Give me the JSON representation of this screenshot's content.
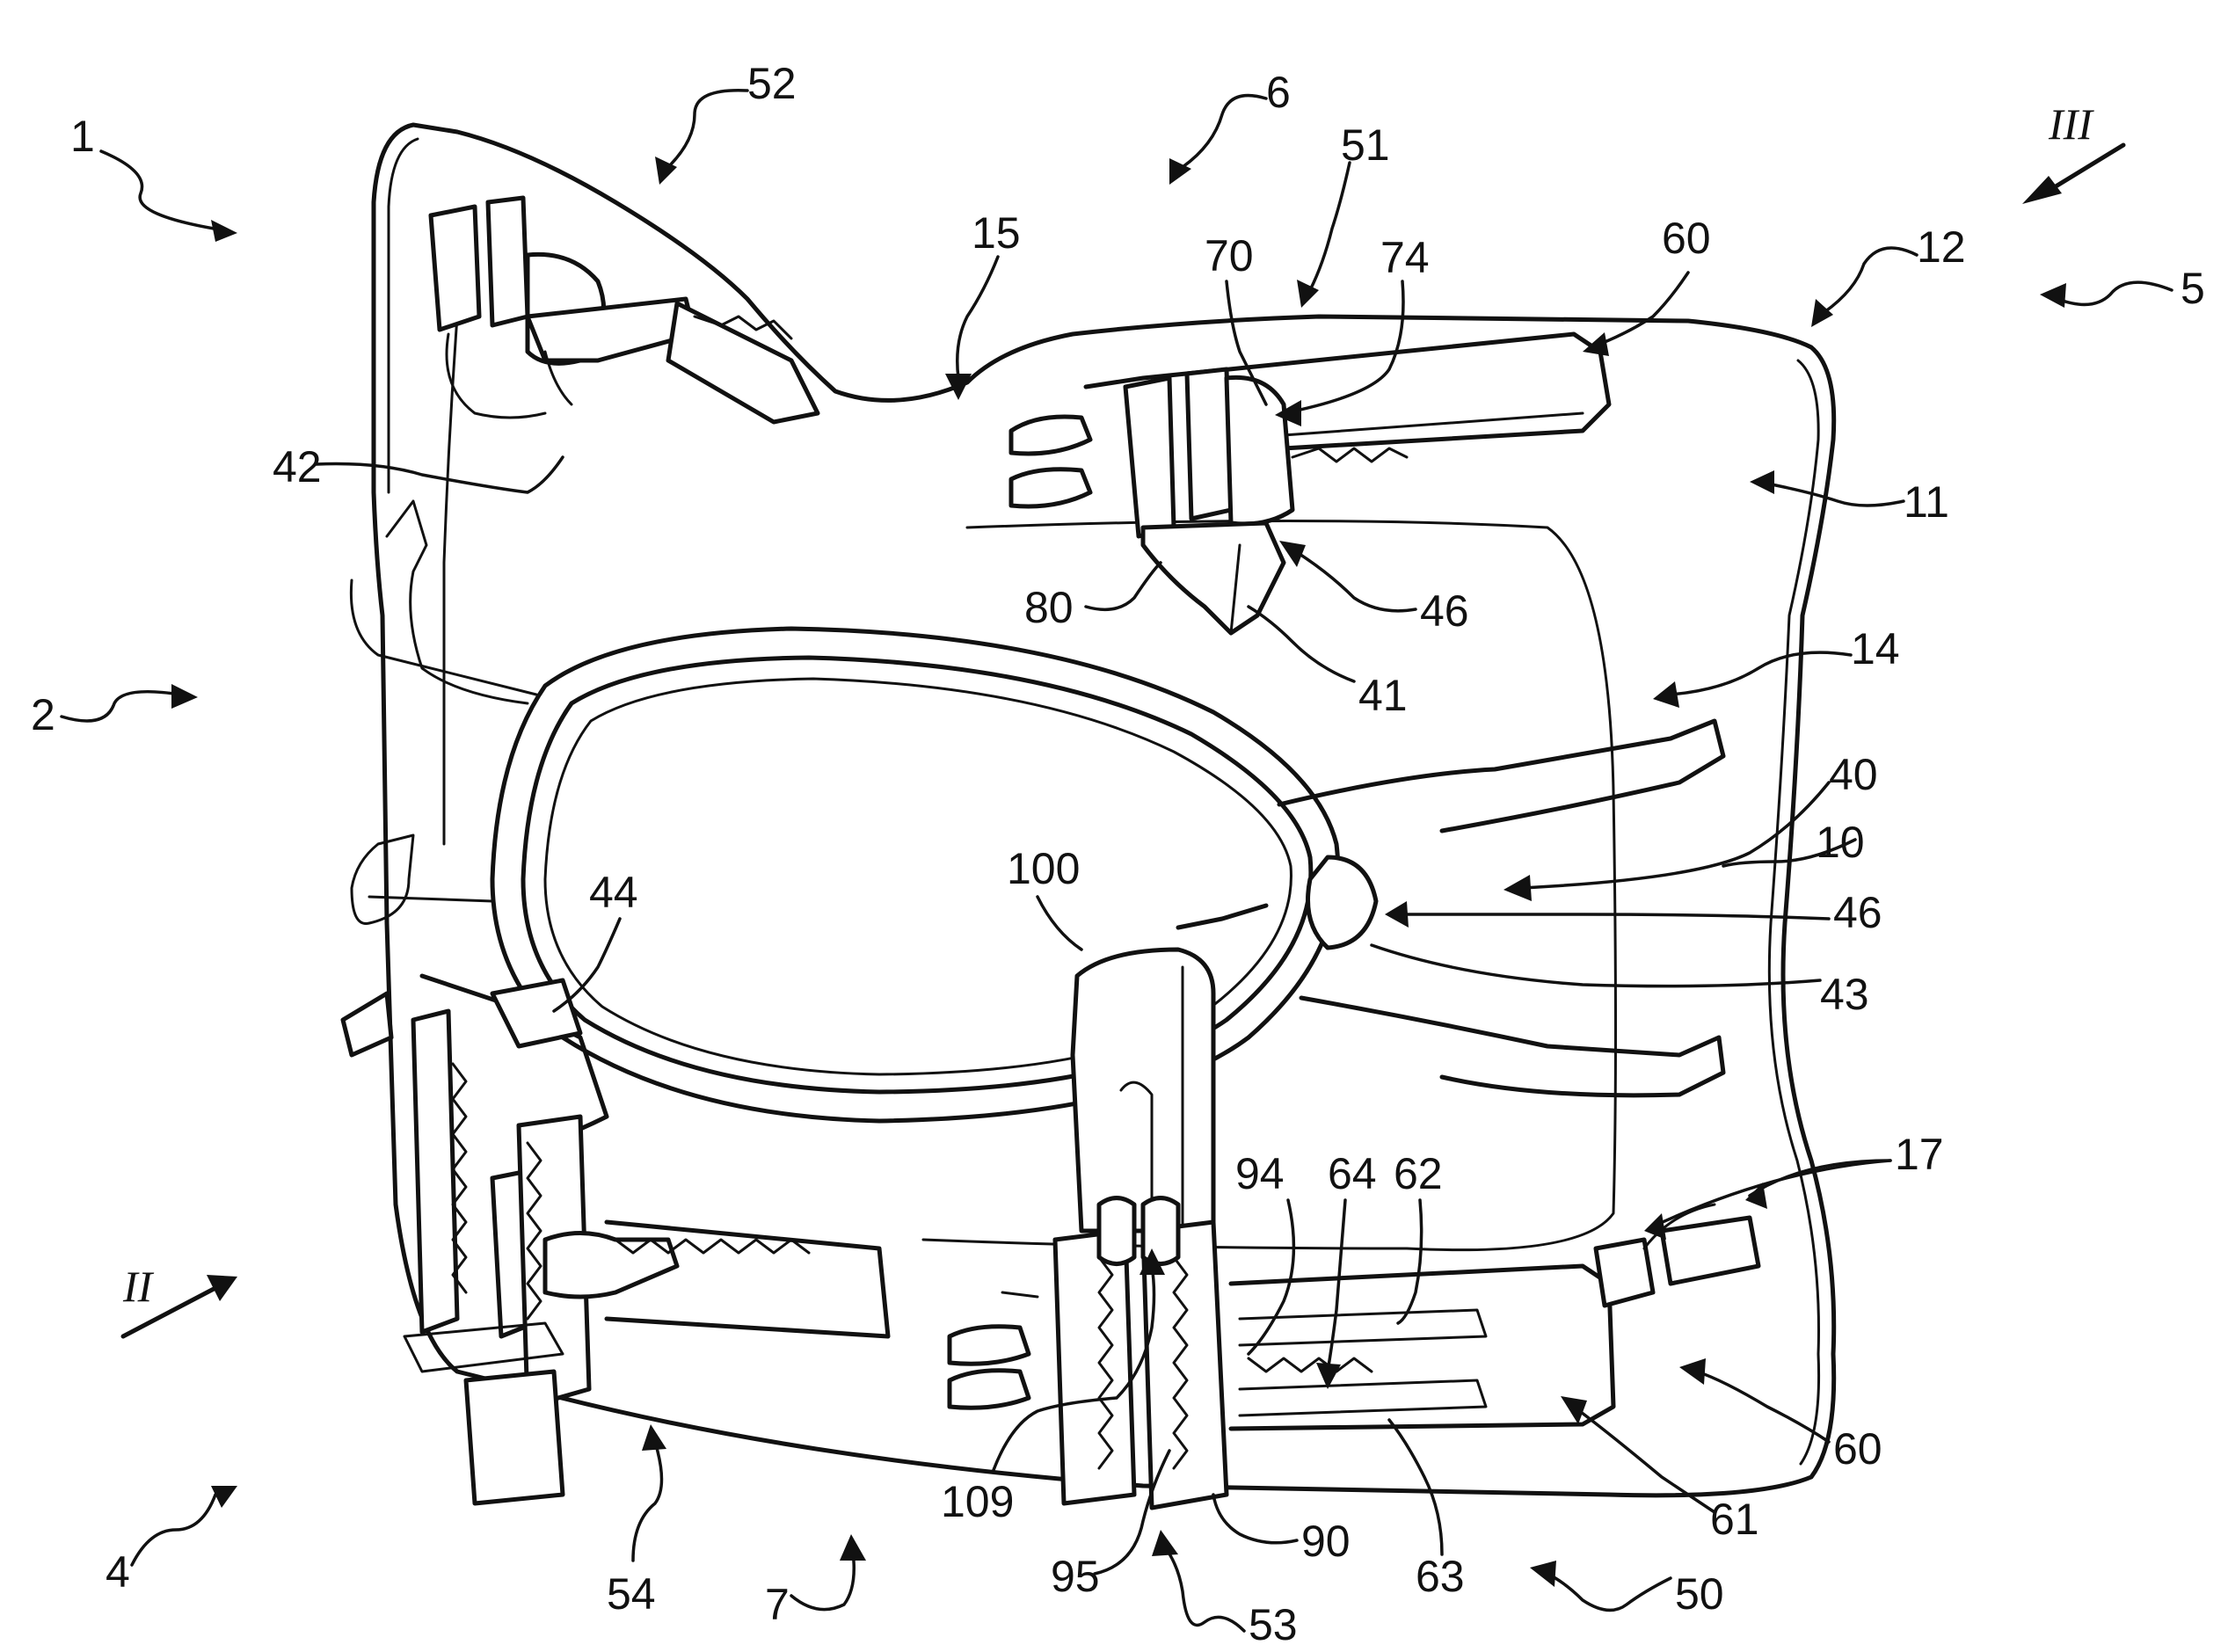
{
  "figure": {
    "reference_numerals": {
      "r1": "1",
      "r2": "2",
      "r4": "4",
      "r5": "5",
      "r6": "6",
      "r7": "7",
      "r10": "10",
      "r11": "11",
      "r12": "12",
      "r14": "14",
      "r15": "15",
      "r17": "17",
      "r40": "40",
      "r41": "41",
      "r42": "42",
      "r43": "43",
      "r44": "44",
      "r46a": "46",
      "r46b": "46",
      "r50": "50",
      "r51": "51",
      "r52": "52",
      "r53": "53",
      "r54": "54",
      "r60a": "60",
      "r60b": "60",
      "r61": "61",
      "r62": "62",
      "r63": "63",
      "r64": "64",
      "r70": "70",
      "r74": "74",
      "r80": "80",
      "r90": "90",
      "r94": "94",
      "r95": "95",
      "r100": "100",
      "r109": "109"
    },
    "view_indicators": {
      "view2": "II",
      "view3": "III"
    }
  }
}
